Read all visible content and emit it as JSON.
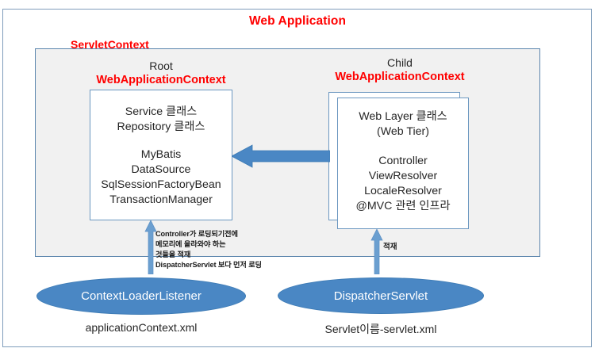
{
  "diagram": {
    "title": "Web Application",
    "servlet_context_label": "ServletContext",
    "contexts": {
      "root": {
        "kicker": "Root",
        "name": "WebApplicationContext",
        "box_top": "Service 클래스\nRepository 클래스",
        "box_bottom": "MyBatis\nDataSource\nSqlSessionFactoryBean\nTransactionManager"
      },
      "child": {
        "kicker": "Child",
        "name": "WebApplicationContext",
        "box_top": "Web Layer 클래스\n(Web Tier)",
        "box_bottom": "Controller\nViewResolver\nLocaleResolver\n@MVC 관련 인프라"
      }
    },
    "annotations": {
      "loader_note": "Controller가 로딩되기전에\n메모리에 올라와야 하는\n것들을 적재\nDispatcherServlet 보다 먼저 로딩",
      "dispatcher_note": "적재"
    },
    "nodes": {
      "context_loader_listener": {
        "label": "ContextLoaderListener",
        "caption": "applicationContext.xml"
      },
      "dispatcher_servlet": {
        "label": "DispatcherServlet",
        "caption": "Servlet이름-servlet.xml"
      }
    },
    "colors": {
      "accent_red": "#ff0000",
      "node_blue": "#4a87c4",
      "frame_blue": "#5b85ad",
      "panel_gray": "#f1f1f1"
    }
  }
}
